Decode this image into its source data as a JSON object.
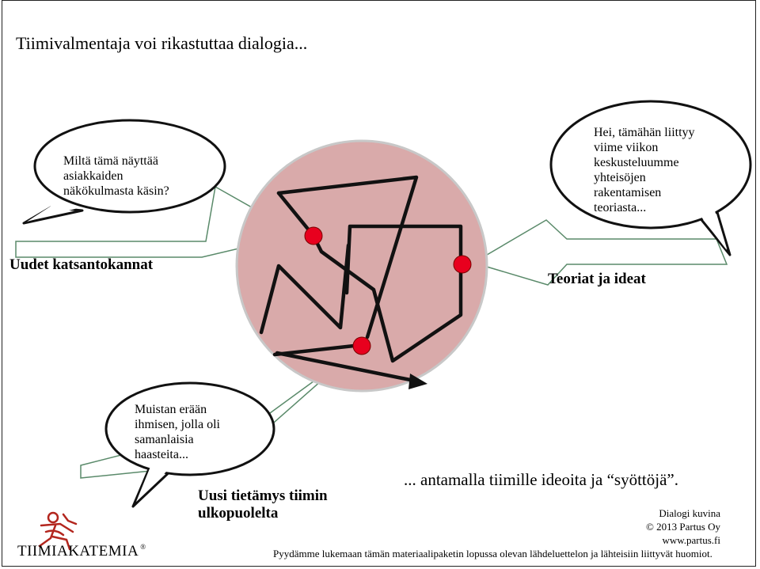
{
  "title": "Tiimivalmentaja voi rikastuttaa dialogia...",
  "bubbles": {
    "customer_view": "Miltä tämä näyttää\nasiakkaiden\nnäkökulmasta käsin?",
    "theory_link": "Hei, tämähän liittyy\nviime viikon\nkeskusteluumme\nyhteisöjen\nrakentamisen\nteoriasta...",
    "similar_person": "Muistan erään\nihmisen, jolla oli\nsamanlaisia\nhaasteita..."
  },
  "labels": {
    "new_perspectives": "Uudet katsantokannat",
    "theories_ideas": "Teoriat ja ideat",
    "outside_knowledge": "Uusi tietämys tiimin\nulkopuolelta"
  },
  "tagline": "... antamalla tiimille ideoita ja “syöttöjä”.",
  "copyright": {
    "line1": "Dialogi kuvina",
    "line2": "© 2013 Partus Oy",
    "line3": "www.partus.fi"
  },
  "footer": "Pyydämme lukemaan tämän materiaalipaketin lopussa olevan lähdeluettelon ja lähteisiin liittyvät huomiot.",
  "logo": {
    "text": "TIIMIAKATEMIA",
    "reg": "®"
  },
  "colors": {
    "circle_fill": "#d9aaaa",
    "dot": "#e8001e",
    "arrow_fill": "#ffffff",
    "arrow_stroke": "#5a8a6a"
  }
}
